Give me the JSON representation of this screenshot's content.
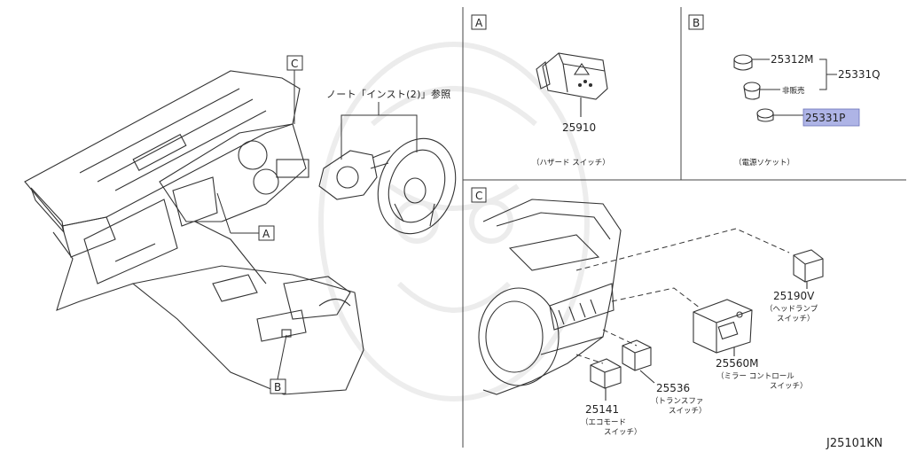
{
  "figure_code": "J25101KN",
  "hl_color": "#aeb4e6",
  "main": {
    "ref_note": "ノート「インスト(2)」参照",
    "callouts": {
      "a": "A",
      "b": "B",
      "c": "C"
    }
  },
  "panel_a": {
    "letter": "A",
    "part_no": "25910",
    "caption": "（ハザード スイッチ）"
  },
  "panel_b": {
    "letter": "B",
    "parts": {
      "p1": "25312M",
      "p2": "非販売",
      "p3": "25331Q",
      "p4": "25331P"
    },
    "caption": "（電源ソケット）"
  },
  "panel_c": {
    "letter": "C",
    "parts": {
      "headlamp": {
        "no": "25190V",
        "l1": "（ヘッドランプ",
        "l2": "スイッチ）"
      },
      "mirror": {
        "no": "25560M",
        "l1": "（ミラー コントロール",
        "l2": "スイッチ）"
      },
      "transfer": {
        "no": "25536",
        "l1": "（トランスファ",
        "l2": "スイッチ）"
      },
      "eco": {
        "no": "25141",
        "l1": "（エコモード",
        "l2": "スイッチ）"
      }
    }
  }
}
